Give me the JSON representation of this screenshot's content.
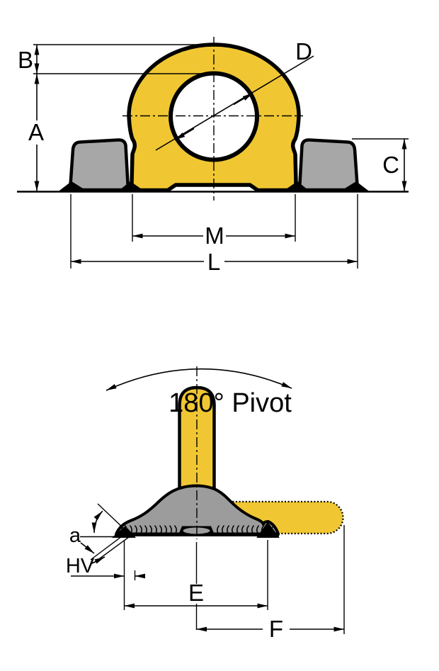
{
  "diagram": {
    "front": {
      "labels": {
        "A": "A",
        "B": "B",
        "C": "C",
        "D": "D",
        "M": "M",
        "L": "L"
      }
    },
    "side": {
      "pivot": "180° Pivot",
      "labels": {
        "a": "a",
        "hv": "HV",
        "E": "E",
        "F": "F"
      }
    }
  },
  "colors": {
    "ring_yellow": "#F0C733",
    "block_gray": "#A7A7A7",
    "boss_gray": "#9C9C9C",
    "outline": "#000000",
    "background": "#FFFFFF"
  }
}
